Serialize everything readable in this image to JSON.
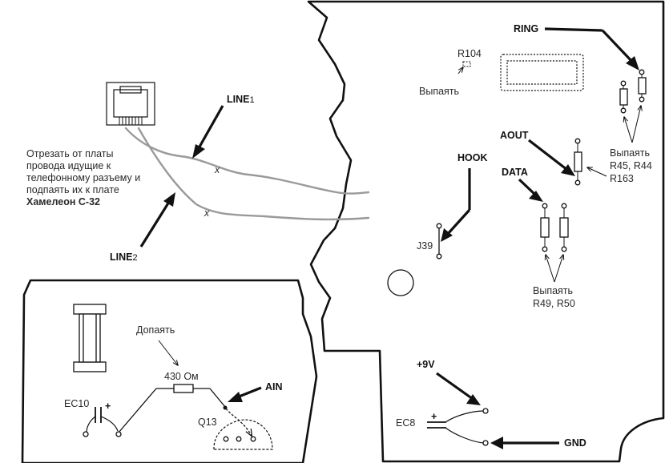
{
  "labels": {
    "ring": "RING",
    "r104": "R104",
    "unsolder_top": "Выпаять",
    "line1_main": "LINE",
    "line1_sub": "1",
    "line2_main": "LINE",
    "line2_sub": "2",
    "aout": "AOUT",
    "unsolder_r45": "Выпаять",
    "r45_r44": "R45, R44",
    "r163": "R163",
    "hook": "HOOK",
    "data": "DATA",
    "j39": "J39",
    "unsolder_r49": "Выпаять",
    "r49_r50": "R49, R50",
    "cut_x1": "x",
    "cut_x2": "x",
    "instruction_line1": "Отрезать от платы",
    "instruction_line2": "провода идущие к",
    "instruction_line3": "телефонному разъему и",
    "instruction_line4": "подпаять их к плате",
    "instruction_bold": "Хамелеон С-32",
    "solder_add": "Допаять",
    "resistor_430": "430 Ом",
    "ain": "AIN",
    "ec10": "EC10",
    "ec10_plus": "+",
    "q13": "Q13",
    "plus9v": "+9V",
    "ec8": "EC8",
    "ec8_plus": "+",
    "gnd": "GND"
  }
}
